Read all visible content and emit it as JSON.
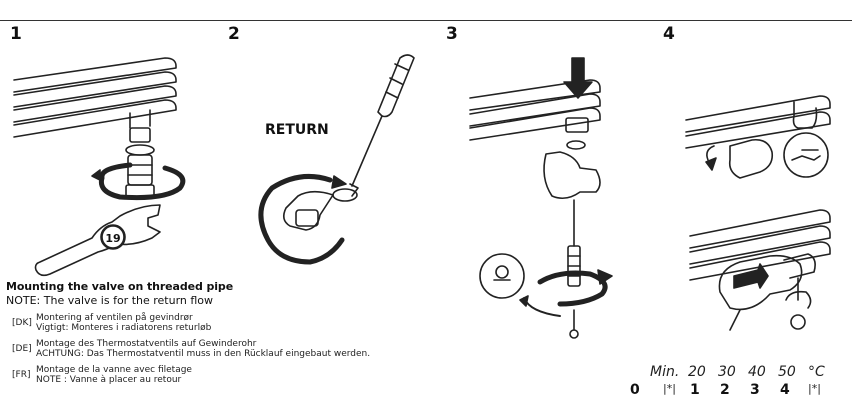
{
  "steps": [
    "1",
    "2",
    "3",
    "4"
  ],
  "return_label": "RETURN",
  "wrench_size": "19",
  "section": {
    "title": "Mounting the valve on threaded pipe",
    "note": "NOTE: The valve is for the return flow"
  },
  "languages": [
    {
      "code": "[DK]",
      "line1": "Montering af ventilen på gevindrør",
      "line2": "Vigtigt: Monteres i radiatorens returløb"
    },
    {
      "code": "[DE]",
      "line1": "Montage des Thermostatventils auf Gewinderohr",
      "line2": "ACHTUNG: Das Thermostatventil muss in den Rücklauf eingebaut werden."
    },
    {
      "code": "[FR]",
      "line1": "Montage de la vanne avec filetage",
      "line2": "NOTE : Vanne à placer au retour"
    }
  ],
  "scale": {
    "temps": [
      "Min.",
      "20",
      "30",
      "40",
      "50",
      "°C"
    ],
    "positions": [
      "0",
      "|*|",
      "1",
      "2",
      "3",
      "4",
      "|*|"
    ]
  },
  "icons": [
    "wrench-icon",
    "screwdriver-icon",
    "rotation-arrow-icon",
    "press-down-arrow-icon",
    "valve-icon"
  ]
}
